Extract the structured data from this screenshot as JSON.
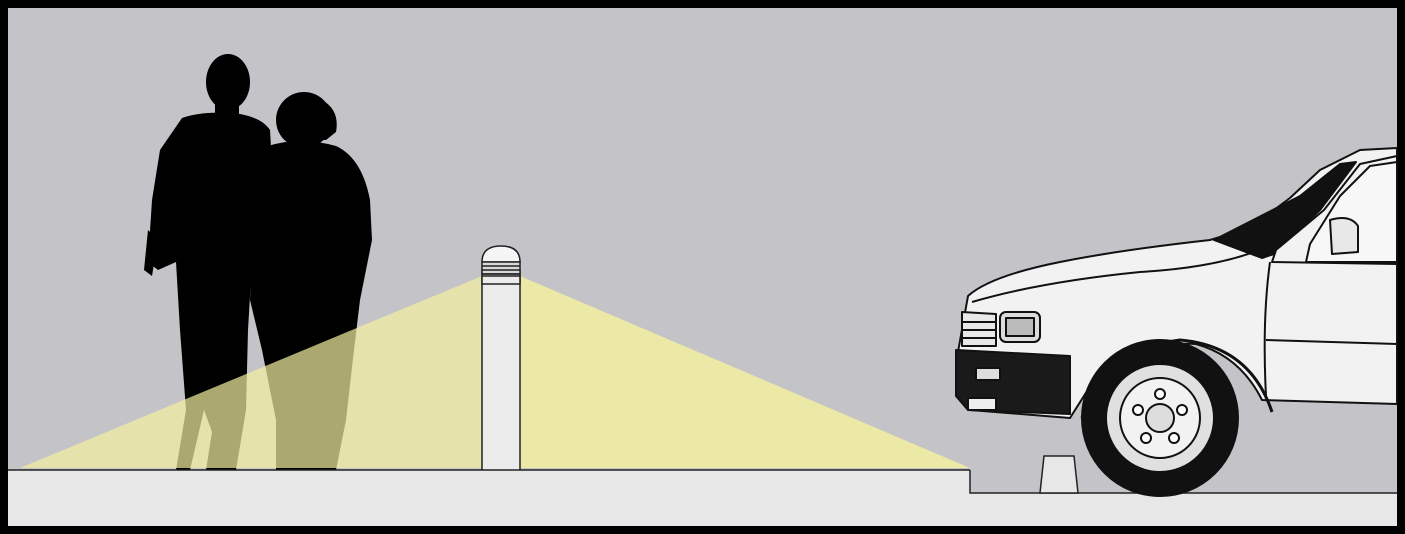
{
  "scene": {
    "colors": {
      "frame": "#000000",
      "sky": "#c4c4c8",
      "sidewalk": "#e7e7e7",
      "light_beam": "#f3efa0",
      "silhouette": "#000000",
      "bollard": "#ececec",
      "truck_body": "#f2f2f2",
      "outline": "#111111"
    },
    "elements": [
      "pedestrian-couple-silhouette",
      "bollard-light",
      "light-beam",
      "sidewalk",
      "curb",
      "wheel-stop",
      "pickup-truck"
    ]
  }
}
